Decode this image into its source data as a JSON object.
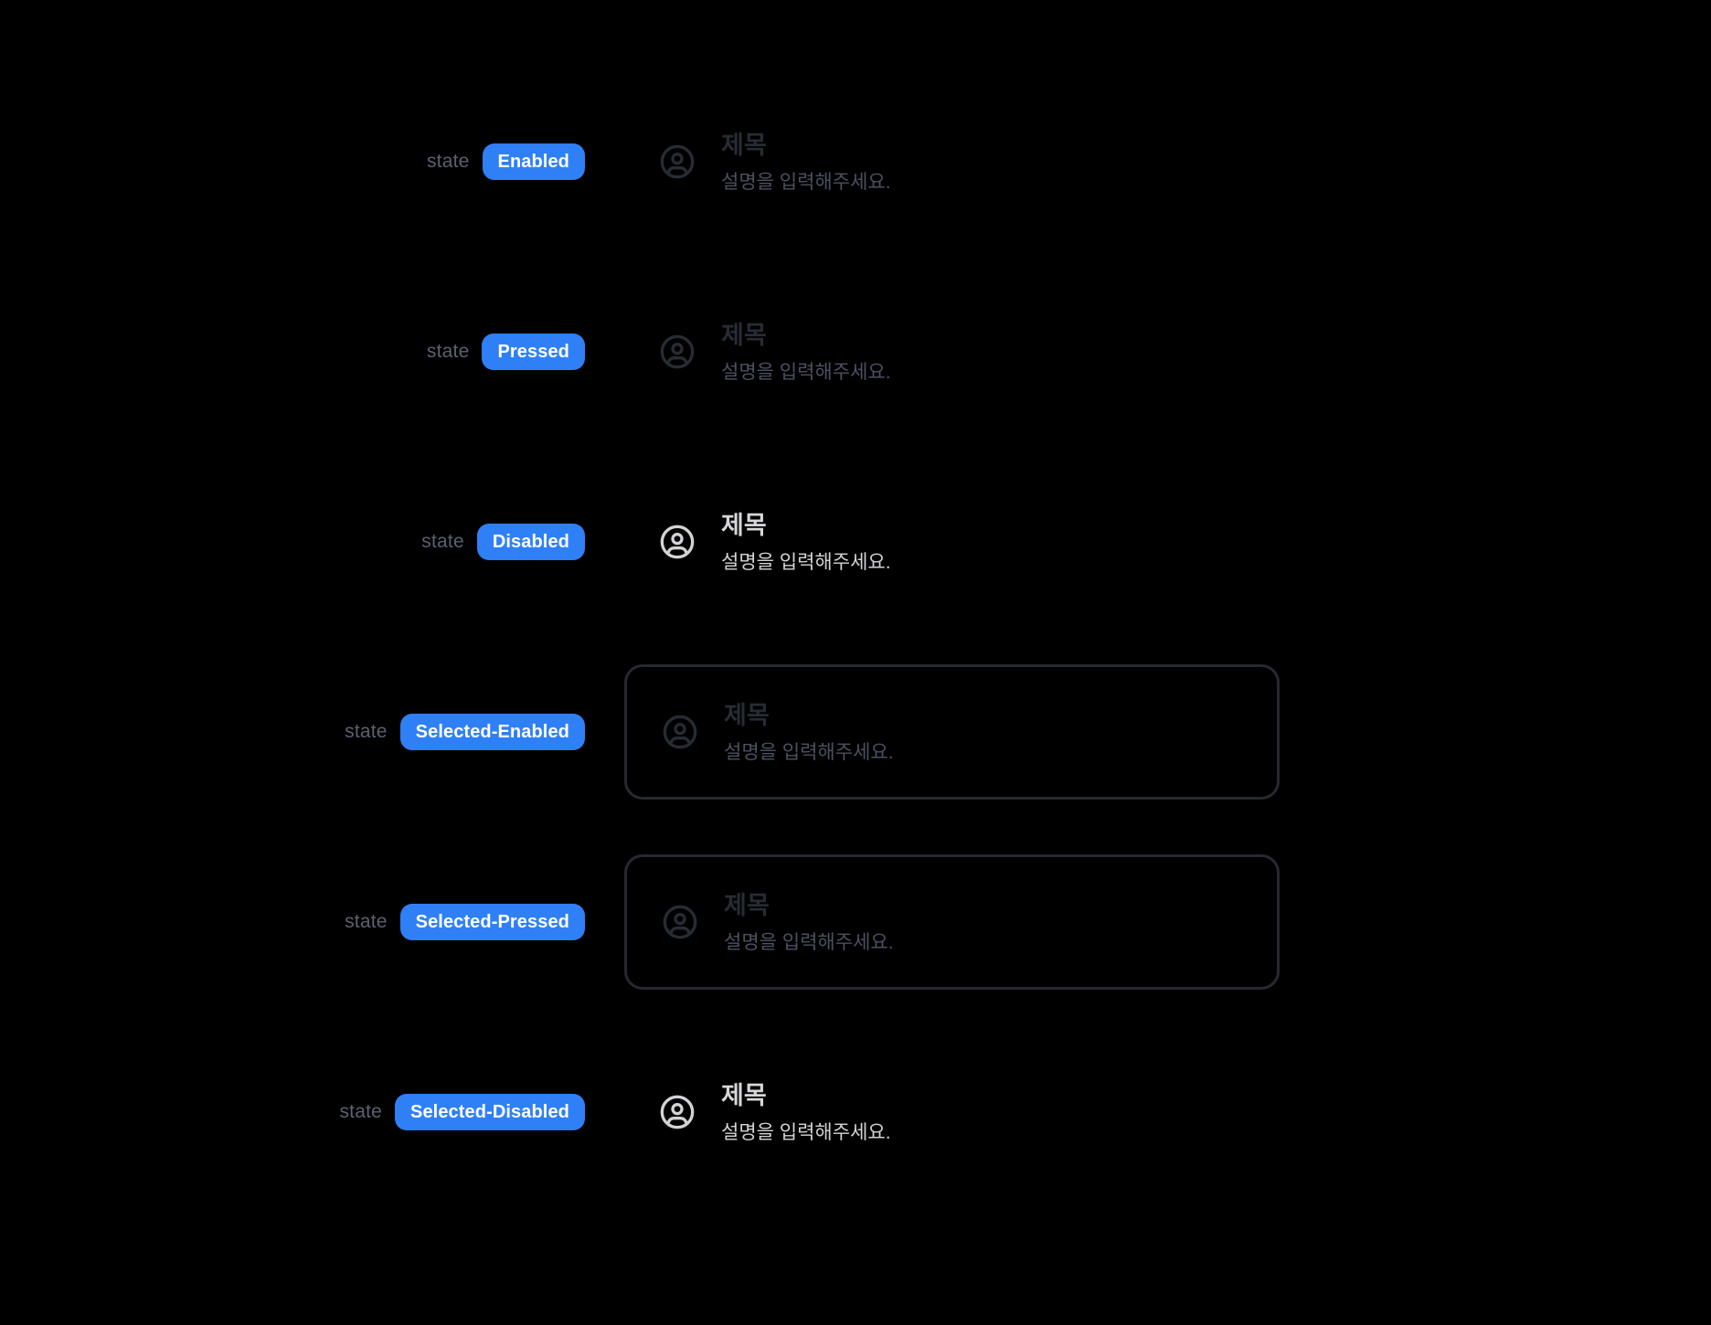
{
  "canvas": {
    "background": "#000000"
  },
  "legend": {
    "state_label": "state"
  },
  "badge_style": {
    "background": "#2f80f6",
    "text_color": "#ffffff"
  },
  "component_colors": {
    "title_normal": "#272c34",
    "description_normal": "#4a5160",
    "disabled_text": "#d3d3d6",
    "selected_border": "#26292f"
  },
  "icon": {
    "name": "user-circle-icon"
  },
  "rows": [
    {
      "state": "Enabled",
      "selected": false,
      "disabled": false,
      "title": "제목",
      "description": "설명을 입력해주세요."
    },
    {
      "state": "Pressed",
      "selected": false,
      "disabled": false,
      "title": "제목",
      "description": "설명을 입력해주세요."
    },
    {
      "state": "Disabled",
      "selected": false,
      "disabled": true,
      "title": "제목",
      "description": "설명을 입력해주세요."
    },
    {
      "state": "Selected-Enabled",
      "selected": true,
      "disabled": false,
      "title": "제목",
      "description": "설명을 입력해주세요."
    },
    {
      "state": "Selected-Pressed",
      "selected": true,
      "disabled": false,
      "title": "제목",
      "description": "설명을 입력해주세요."
    },
    {
      "state": "Selected-Disabled",
      "selected": false,
      "disabled": true,
      "title": "제목",
      "description": "설명을 입력해주세요."
    }
  ]
}
